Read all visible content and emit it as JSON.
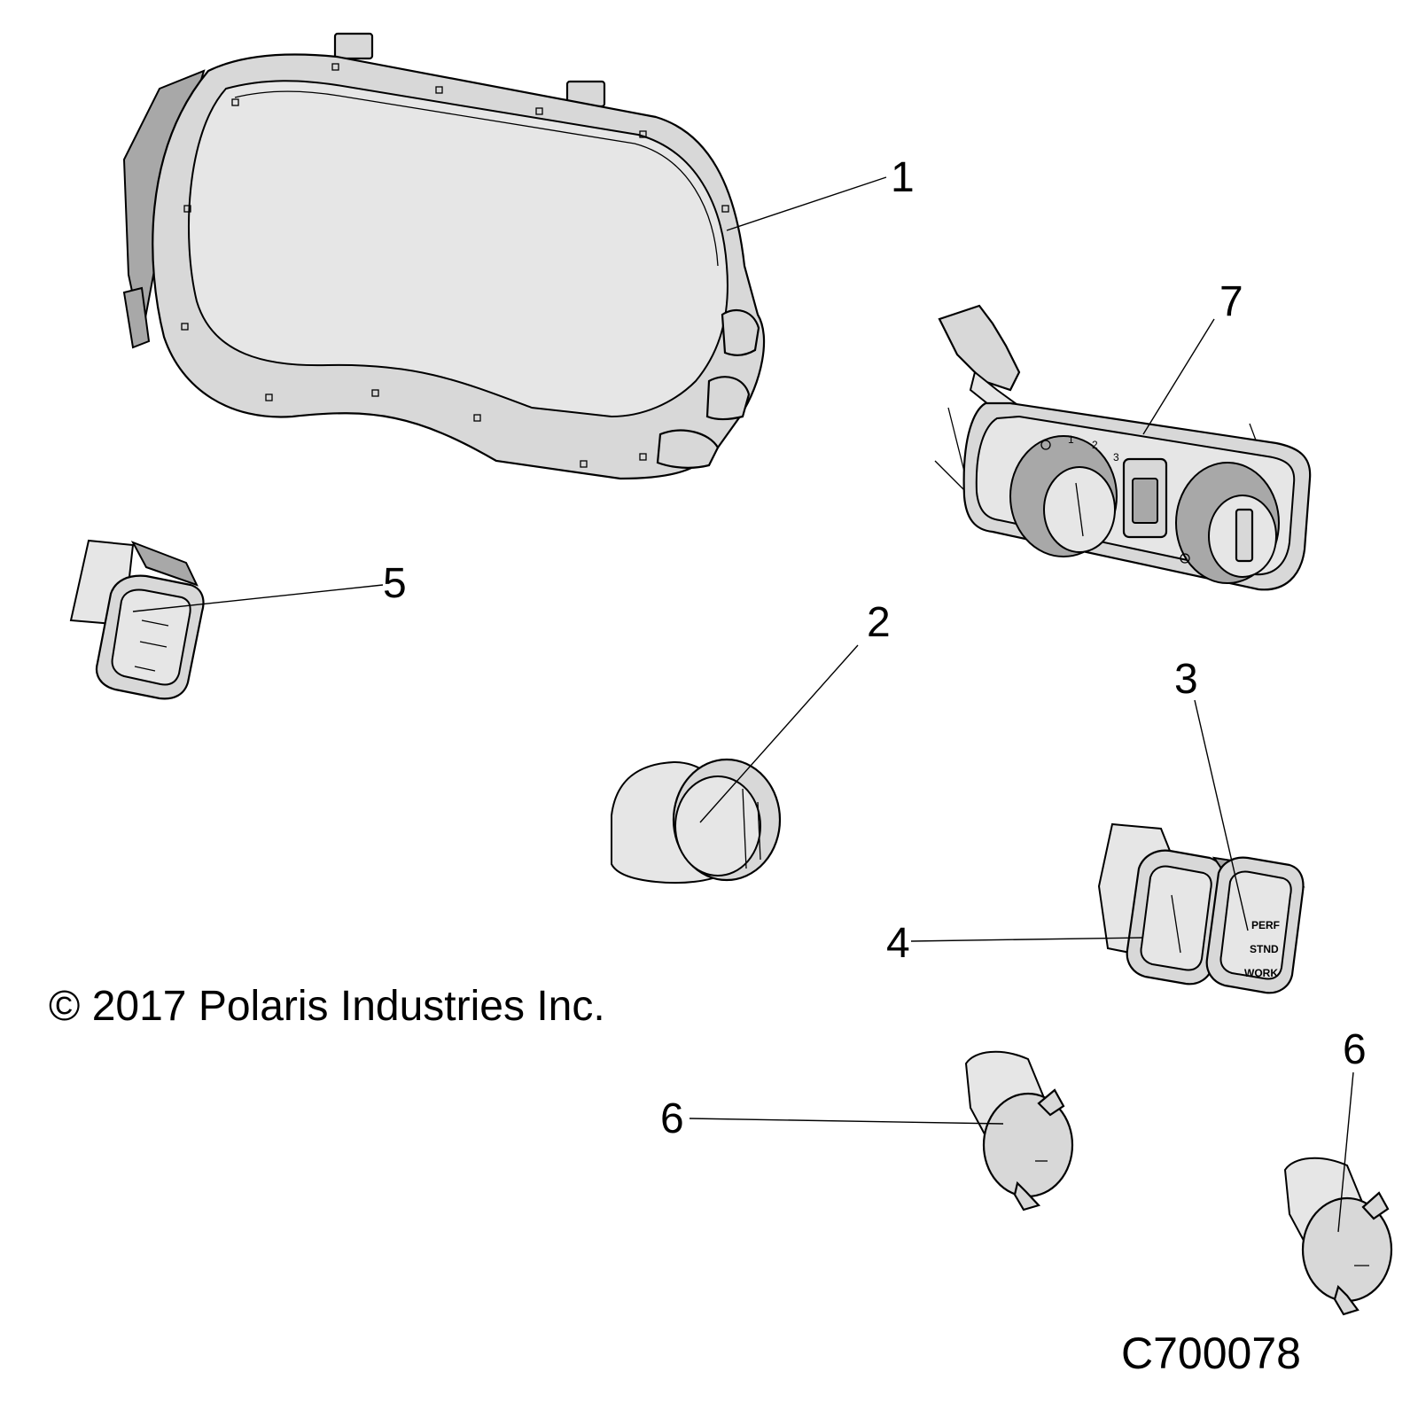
{
  "callouts": {
    "c1": "1",
    "c2": "2",
    "c3": "3",
    "c4": "4",
    "c5": "5",
    "c6a": "6",
    "c6b": "6",
    "c7": "7"
  },
  "cluster_labels": {
    "fan_scale_1": "1",
    "fan_scale_2": "2",
    "fan_scale_3": "3"
  },
  "switch_labels": {
    "perf": "PERF",
    "stnd": "STND",
    "work": "WORK"
  },
  "copyright": "© 2017 Polaris Industries Inc.",
  "drawing_code": "C700078"
}
